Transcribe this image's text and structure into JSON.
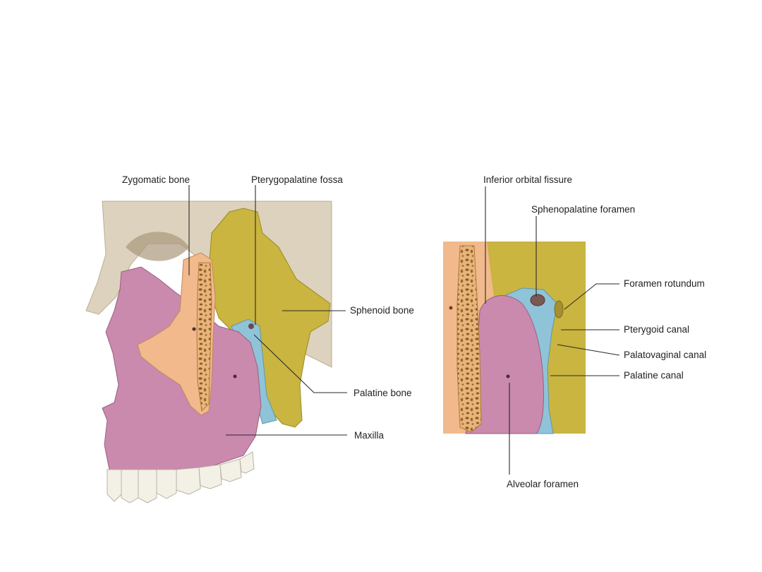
{
  "colors": {
    "zygomatic": "#f2b98c",
    "maxilla": "#c98aae",
    "sphenoid": "#c9b53f",
    "palatine": "#8fc3d8",
    "skull": "#ddd2bd",
    "cancellous": "#d9a45e"
  },
  "left_panel": {
    "labels": {
      "zygomatic_bone": "Zygomatic bone",
      "pterygopalatine_fossa": "Pterygopalatine fossa",
      "sphenoid_bone": "Sphenoid bone",
      "palatine_bone": "Palatine bone",
      "maxilla": "Maxilla"
    }
  },
  "right_panel": {
    "labels": {
      "inferior_orbital_fissure": "Inferior orbital fissure",
      "sphenopalatine_foramen": "Sphenopalatine foramen",
      "foramen_rotundum": "Foramen rotundum",
      "pterygoid_canal": "Pterygoid canal",
      "palatovaginal_canal": "Palatovaginal canal",
      "palatine_canal": "Palatine canal",
      "alveolar_foramen": "Alveolar foramen"
    }
  }
}
